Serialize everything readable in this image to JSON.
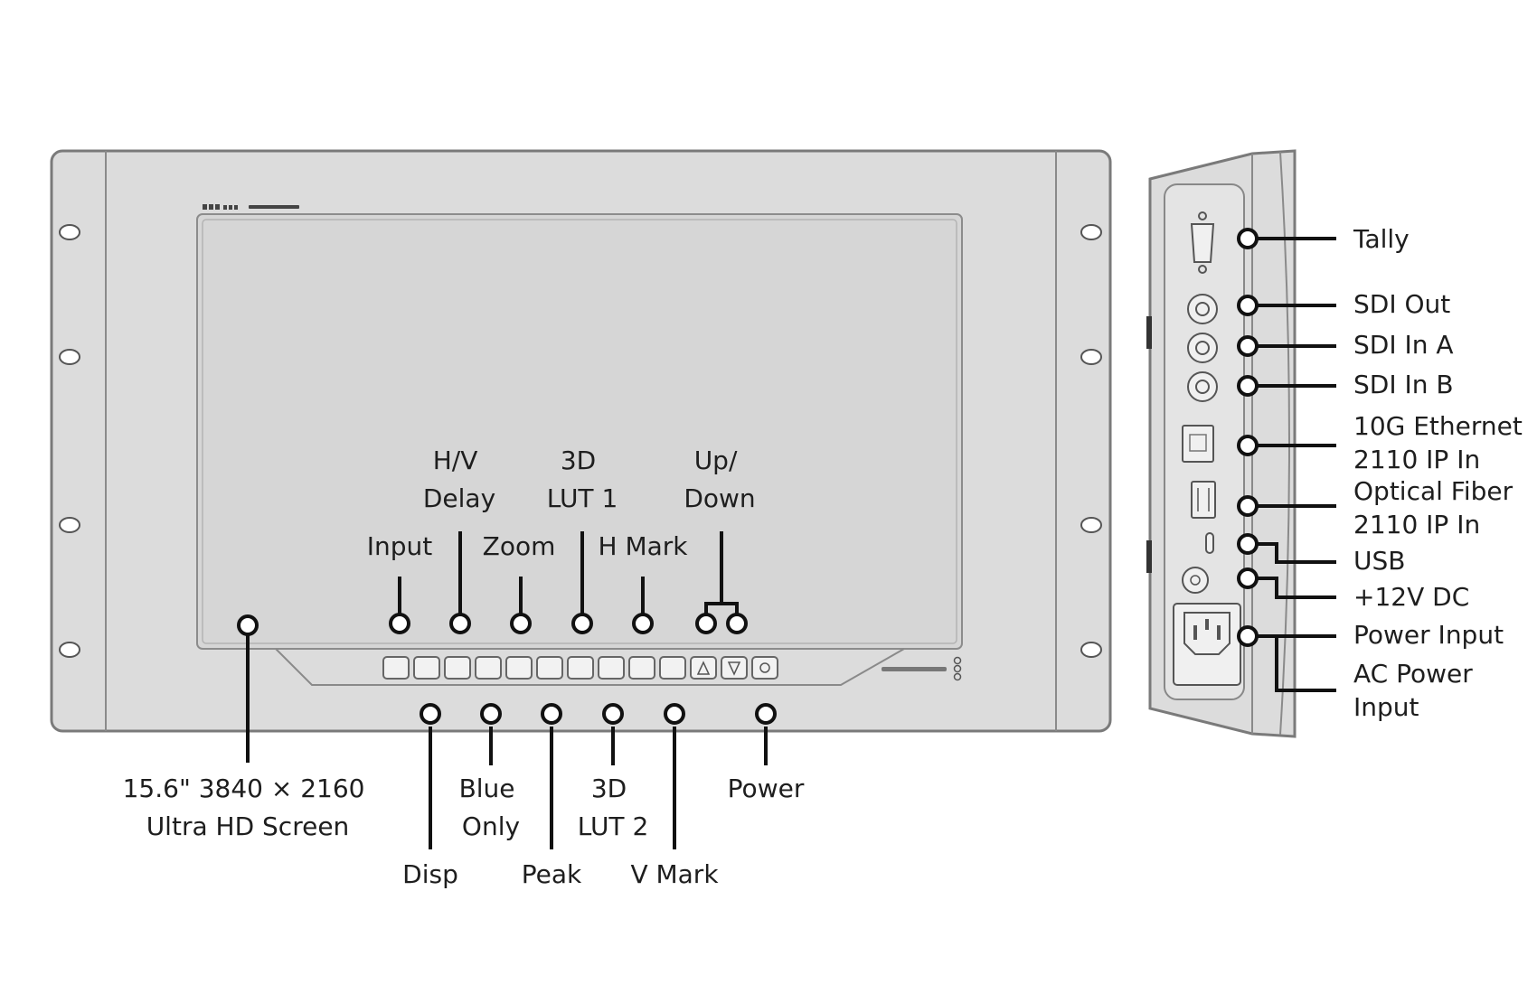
{
  "front_labels": {
    "screen": [
      "15.6\" 3840 × 2160",
      "Ultra HD Screen"
    ],
    "input": [
      "Input"
    ],
    "hv_delay": [
      "H/V",
      "Delay"
    ],
    "zoom": [
      "Zoom"
    ],
    "lut1": [
      "3D",
      "LUT 1"
    ],
    "h_mark": [
      "H Mark"
    ],
    "up_down": [
      "Up/",
      "Down"
    ],
    "disp": [
      "Disp"
    ],
    "blue_only": [
      "Blue",
      "Only"
    ],
    "peak": [
      "Peak"
    ],
    "lut2": [
      "3D",
      "LUT 2"
    ],
    "v_mark": [
      "V Mark"
    ],
    "power": [
      "Power"
    ]
  },
  "side_labels": {
    "tally": [
      "Tally"
    ],
    "sdi_out": [
      "SDI Out"
    ],
    "sdi_in_a": [
      "SDI In A"
    ],
    "sdi_in_b": [
      "SDI In B"
    ],
    "ethernet": [
      "10G Ethernet",
      "2110 IP In"
    ],
    "optical": [
      "Optical Fiber",
      "2110 IP In"
    ],
    "usb": [
      "USB"
    ],
    "dc": [
      "+12V DC"
    ],
    "power_input": [
      "Power Input"
    ],
    "ac_power": [
      "AC Power",
      "Input"
    ]
  },
  "colors": {
    "panel": "#dcdcdc",
    "panel_edge": "#7a7a7a",
    "leader": "#111111",
    "text": "#1e1e1e"
  }
}
